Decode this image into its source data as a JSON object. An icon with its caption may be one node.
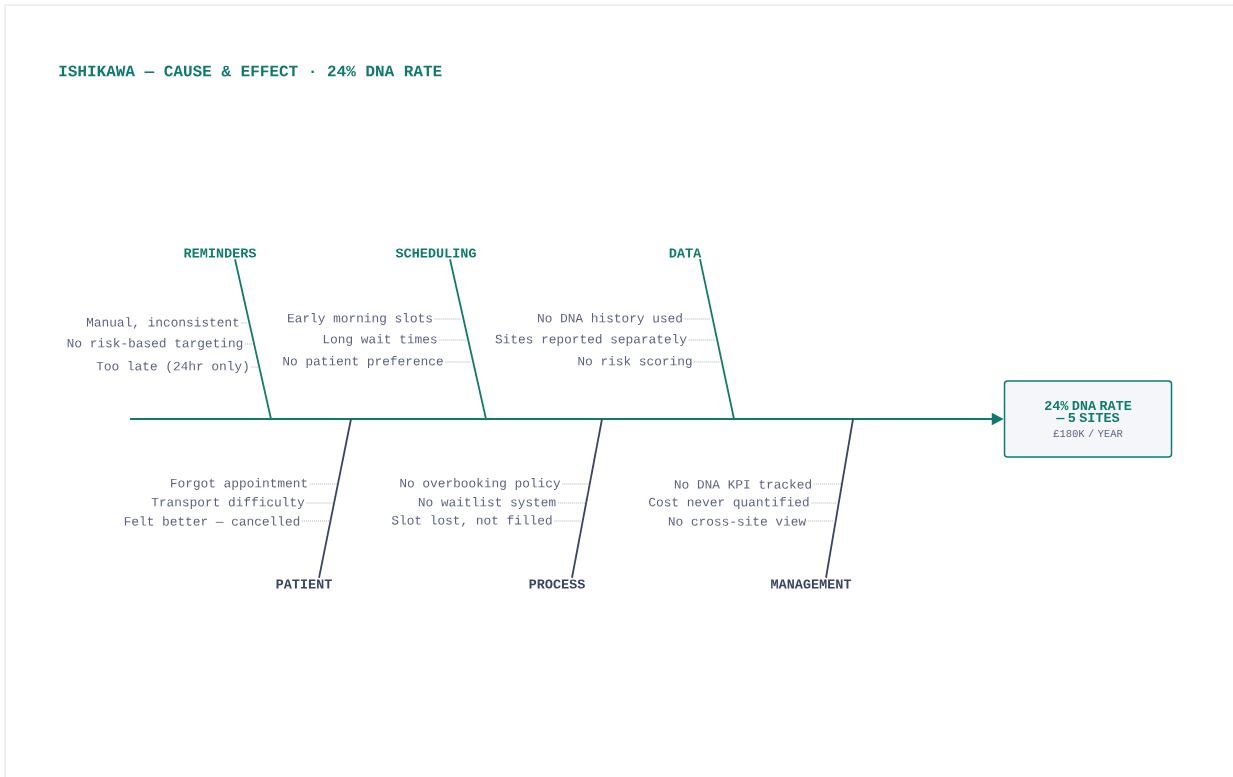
{
  "diagram": {
    "title": "ISHIKAWA — CAUSE & EFFECT · 24% DNA RATE",
    "nodes": [
      {
        "text": [
          "REMINDERS"
        ]
      },
      {
        "text": [
          "SCHEDULING"
        ]
      },
      {
        "text": [
          "DATA"
        ]
      },
      {
        "text": [
          "Manual, inconsistent"
        ]
      },
      {
        "text": [
          "No risk-based targeting"
        ]
      },
      {
        "text": [
          "Too late (24hr only)"
        ]
      },
      {
        "text": [
          "Early morning slots"
        ]
      },
      {
        "text": [
          "Long wait times"
        ]
      },
      {
        "text": [
          "No patient preference"
        ]
      },
      {
        "text": [
          "No DNA history used"
        ]
      },
      {
        "text": [
          "Sites reported separately"
        ]
      },
      {
        "text": [
          "No risk scoring"
        ]
      },
      {
        "text": [
          "24% DNA RATE — 5 SITES",
          "£180K / YEAR"
        ]
      },
      {
        "text": [
          "Forgot appointment"
        ]
      },
      {
        "text": [
          "Transport difficulty"
        ]
      },
      {
        "text": [
          "Felt better — cancelled"
        ]
      },
      {
        "text": [
          "No overbooking policy"
        ]
      },
      {
        "text": [
          "No waitlist system"
        ]
      },
      {
        "text": [
          "Slot lost, not filled"
        ]
      },
      {
        "text": [
          "No DNA KPI tracked"
        ]
      },
      {
        "text": [
          "Cost never quantified"
        ]
      },
      {
        "text": [
          "No cross-site view"
        ]
      },
      {
        "text": [
          "PATIENT"
        ]
      },
      {
        "text": [
          "PROCESS"
        ]
      },
      {
        "text": [
          "MANAGEMENT"
        ]
      }
    ],
    "edges": [
      {
        "from": null,
        "to": 12,
        "arrow": "to",
        "color": "#0f7b6c"
      },
      {
        "from": 0,
        "to": null,
        "arrow": "none",
        "color": "#0f7b6c"
      },
      {
        "from": 1,
        "to": null,
        "arrow": "none",
        "color": "#0f7b6c"
      },
      {
        "from": 2,
        "to": null,
        "arrow": "none",
        "color": "#0f7b6c"
      },
      {
        "from": 22,
        "to": null,
        "arrow": "none",
        "color": "#3a4466"
      },
      {
        "from": 23,
        "to": null,
        "arrow": "none",
        "color": "#3a4466"
      },
      {
        "from": 24,
        "to": null,
        "arrow": "none",
        "color": "#3a4466"
      },
      {
        "from": 3,
        "to": null,
        "arrow": "none",
        "style": "dashed"
      },
      {
        "from": 4,
        "to": null,
        "arrow": "none",
        "style": "dashed"
      },
      {
        "from": 5,
        "to": null,
        "arrow": "none",
        "style": "dashed"
      },
      {
        "from": 6,
        "to": null,
        "arrow": "none",
        "style": "dashed"
      },
      {
        "from": 7,
        "to": null,
        "arrow": "none",
        "style": "dashed"
      },
      {
        "from": 8,
        "to": null,
        "arrow": "none",
        "style": "dashed"
      },
      {
        "from": 9,
        "to": null,
        "arrow": "none",
        "style": "dashed"
      },
      {
        "from": 10,
        "to": null,
        "arrow": "none",
        "style": "dashed"
      },
      {
        "from": 11,
        "to": null,
        "arrow": "none",
        "style": "dashed"
      },
      {
        "from": 13,
        "to": null,
        "arrow": "none",
        "style": "dashed"
      },
      {
        "from": 14,
        "to": null,
        "arrow": "none",
        "style": "dashed"
      },
      {
        "from": 15,
        "to": null,
        "arrow": "none",
        "style": "dashed"
      },
      {
        "from": 16,
        "to": null,
        "arrow": "none",
        "style": "dashed"
      },
      {
        "from": 17,
        "to": null,
        "arrow": "none",
        "style": "dashed"
      },
      {
        "from": 18,
        "to": null,
        "arrow": "none",
        "style": "dashed"
      },
      {
        "from": 19,
        "to": null,
        "arrow": "none",
        "style": "dashed"
      },
      {
        "from": 20,
        "to": null,
        "arrow": "none",
        "style": "dashed"
      },
      {
        "from": 21,
        "to": null,
        "arrow": "none",
        "style": "dashed"
      }
    ]
  }
}
